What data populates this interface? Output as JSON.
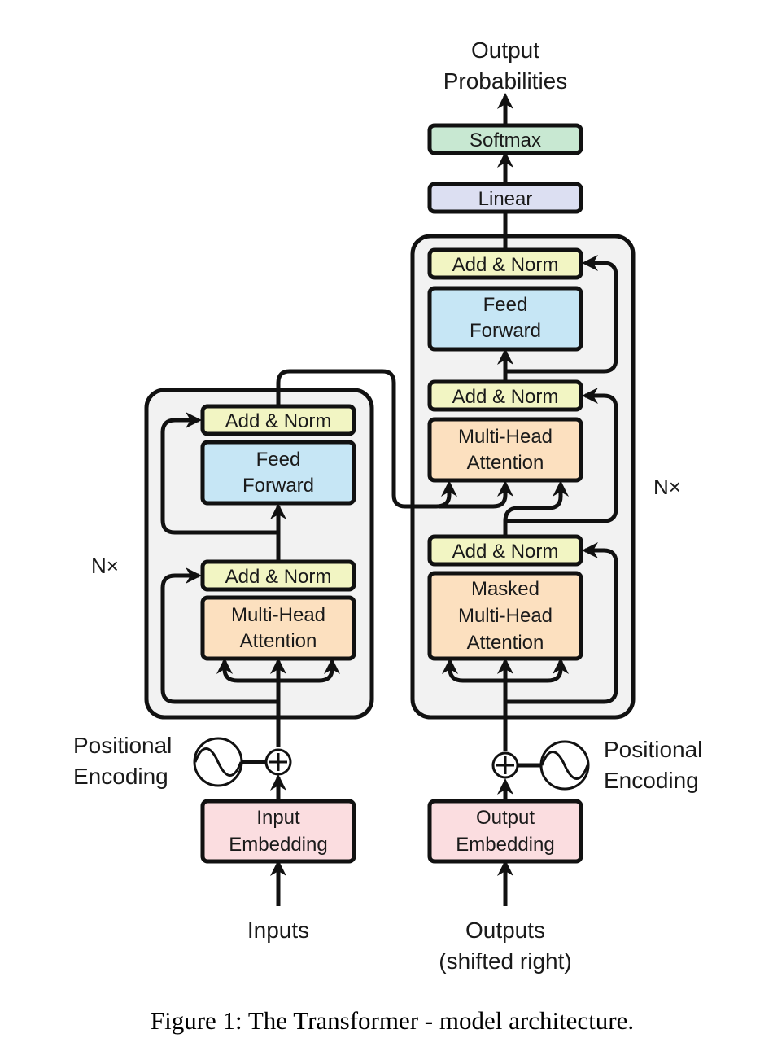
{
  "colors": {
    "add_norm": "#f2f5c3",
    "feed_forward": "#c6e6f5",
    "attention": "#fce0bf",
    "embedding": "#fbdde0",
    "linear": "#dcdff2",
    "softmax": "#c8e8d2",
    "stack_bg": "#f2f2f2"
  },
  "encoder": {
    "repeat_label": "N×",
    "add_norm_top": "Add & Norm",
    "feed_forward": [
      "Feed",
      "Forward"
    ],
    "add_norm_bottom": "Add & Norm",
    "attention": [
      "Multi-Head",
      "Attention"
    ],
    "positional_encoding": [
      "Positional",
      "Encoding"
    ],
    "embedding": [
      "Input",
      "Embedding"
    ],
    "input_label": "Inputs"
  },
  "decoder": {
    "repeat_label": "N×",
    "add_norm_top": "Add & Norm",
    "feed_forward": [
      "Feed",
      "Forward"
    ],
    "add_norm_mid": "Add & Norm",
    "attention": [
      "Multi-Head",
      "Attention"
    ],
    "add_norm_bottom": "Add & Norm",
    "masked_attention": [
      "Masked",
      "Multi-Head",
      "Attention"
    ],
    "positional_encoding": [
      "Positional",
      "Encoding"
    ],
    "embedding": [
      "Output",
      "Embedding"
    ],
    "input_label": [
      "Outputs",
      "(shifted right)"
    ]
  },
  "head": {
    "linear": "Linear",
    "softmax": "Softmax",
    "output_label": [
      "Output",
      "Probabilities"
    ]
  },
  "caption": "Figure 1: The Transformer - model architecture."
}
